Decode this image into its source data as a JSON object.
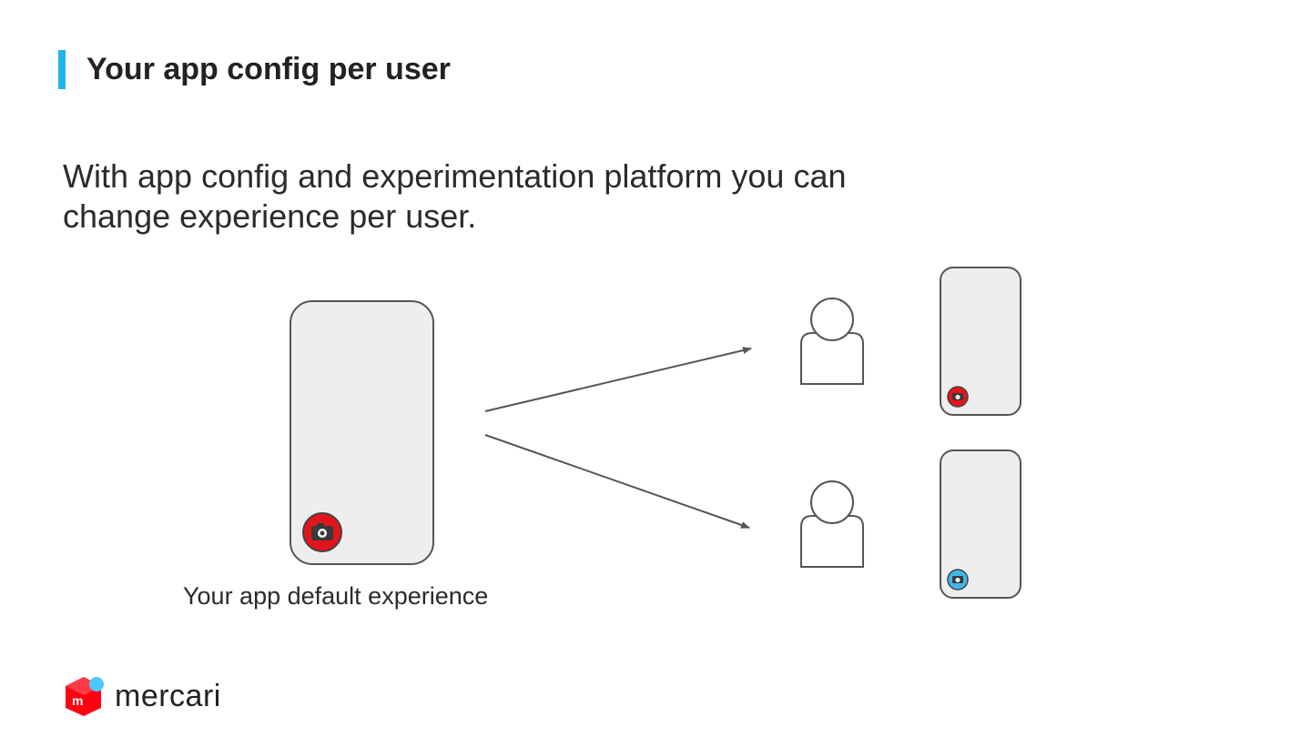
{
  "slide": {
    "title": "Your app config per user",
    "body_lines": [
      "With app config and experimentation platform you can",
      "change experience per user."
    ],
    "caption": "Your app default experience"
  },
  "diagram": {
    "default_phone_button_color": "#e3141c",
    "variant_a_button_color": "#e3141c",
    "variant_b_button_color": "#3fb7ea",
    "phone_fill": "#eeeeee",
    "stroke": "#555555",
    "icons": [
      "camera-icon",
      "user-icon"
    ]
  },
  "logo": {
    "text": "mercari",
    "brand_red": "#ff0211",
    "brand_blue": "#4dc9ff"
  },
  "accent": "#1fb6f0"
}
